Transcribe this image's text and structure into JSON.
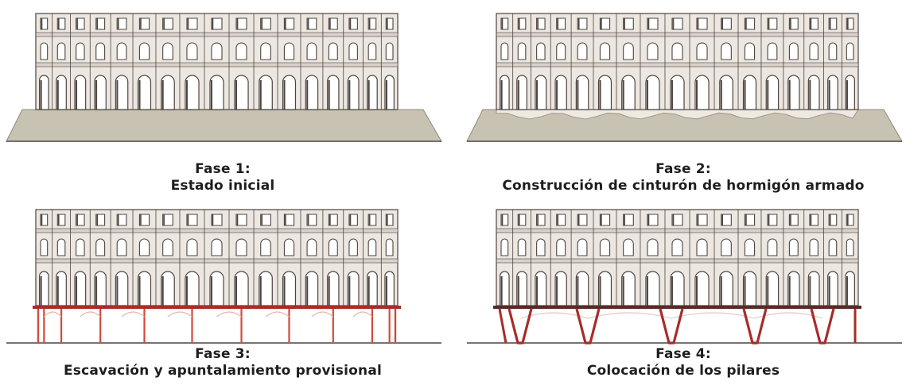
{
  "phases": [
    {
      "id": 1,
      "title": "Fase 1:",
      "subtitle": "Estado inicial"
    },
    {
      "id": 2,
      "title": "Fase 2:",
      "subtitle": "Construcción de cinturón de hormigón armado"
    },
    {
      "id": 3,
      "title": "Fase 3:",
      "subtitle": "Escavación y apuntalamiento provisional"
    },
    {
      "id": 4,
      "title": "Fase 4:",
      "subtitle": "Colocación de los pilares"
    }
  ],
  "colors": {
    "facade": "#ece7e1",
    "facade_shade": "#d9d2ca",
    "opening": "#ffffff",
    "line": "#4d4440",
    "ground": "#c8c2b2",
    "ground_edge": "#8f897d",
    "concrete_belt": "#eeeae2",
    "shoring": "#d24a3a",
    "pillar": "#a82c2a"
  }
}
